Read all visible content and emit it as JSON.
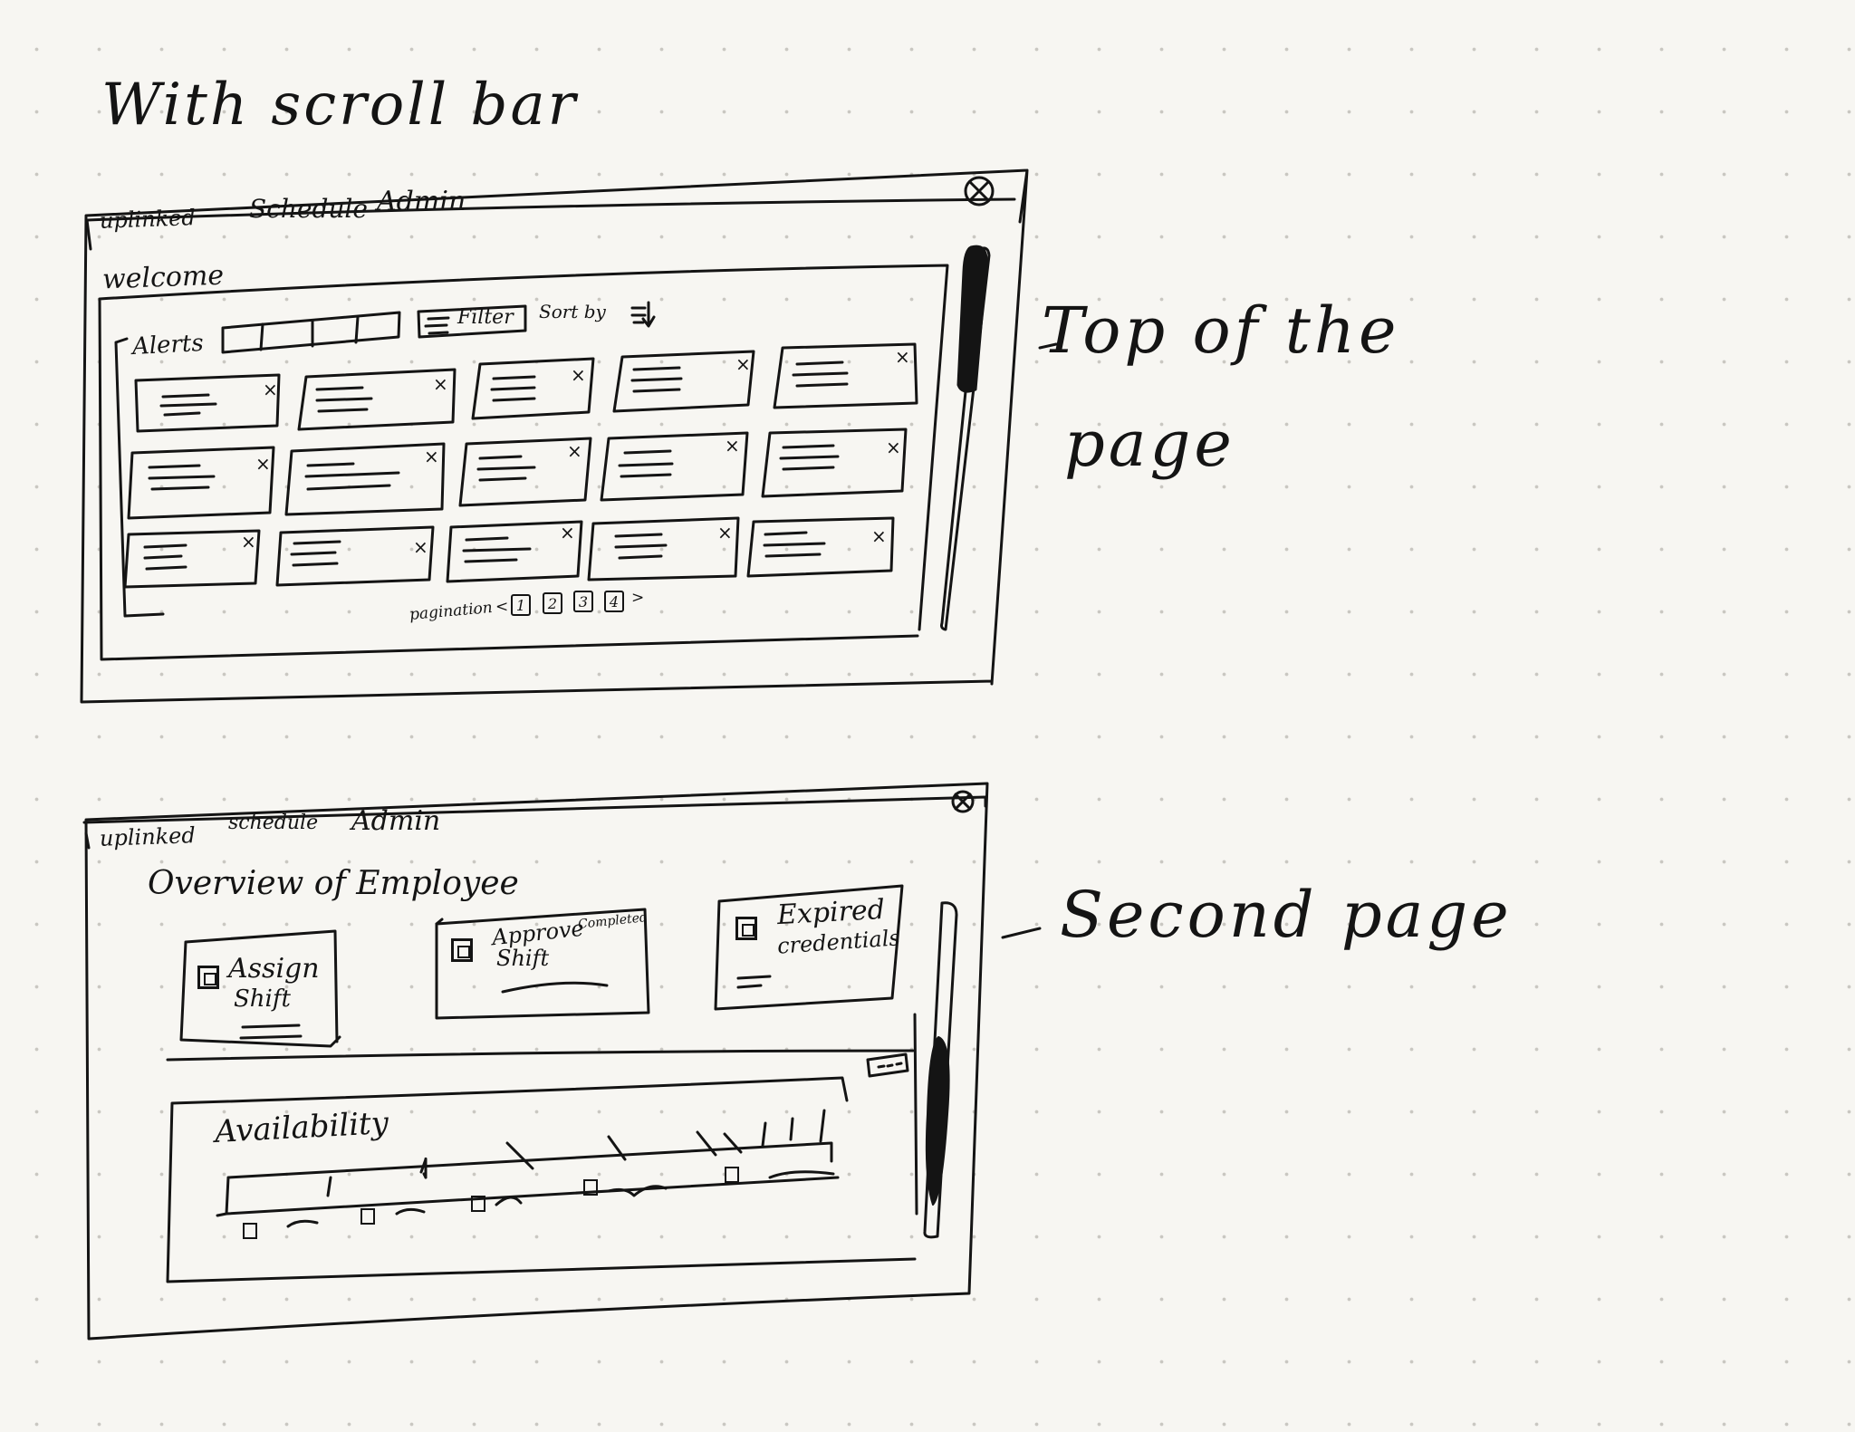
{
  "heading": "With scroll bar",
  "annotations": {
    "top_line1": "Top of the",
    "top_line2": "page",
    "second": "Second page"
  },
  "window_top": {
    "nav": {
      "brand": "uplinked",
      "schedule": "Schedule",
      "admin": "Admin"
    },
    "welcome": "welcome",
    "alerts_label": "Alerts",
    "filter_label": "Filter",
    "sort_label": "Sort by",
    "pagination_label": "pagination",
    "pages": [
      "1",
      "2",
      "3",
      "4"
    ],
    "prev": "<",
    "next": ">",
    "alert_close": "×"
  },
  "window_second": {
    "nav": {
      "brand": "uplinked",
      "schedule": "schedule",
      "admin": "Admin"
    },
    "overview_title": "Overview of Employee",
    "cards": {
      "assign_line1": "Assign",
      "assign_line2": "Shift",
      "approve_line1": "Approve",
      "approve_suffix": "Completed",
      "approve_line2": "Shift",
      "expired_line1": "Expired",
      "expired_line2": "credentials"
    },
    "availability_title": "Availability"
  },
  "icons": [
    "close-circle-icon",
    "filter-lines-icon",
    "sort-arrow-icon",
    "card-icon",
    "more-icon"
  ]
}
